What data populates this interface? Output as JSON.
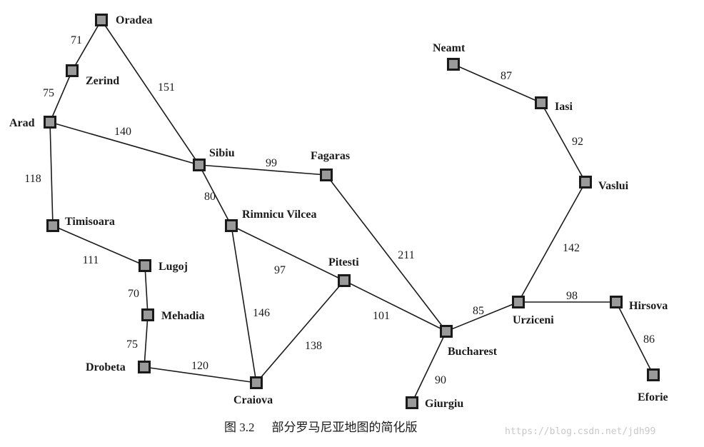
{
  "nodes": [
    {
      "id": "oradea",
      "name": "Oradea"
    },
    {
      "id": "zerind",
      "name": "Zerind"
    },
    {
      "id": "arad",
      "name": "Arad"
    },
    {
      "id": "timisoara",
      "name": "Timisoara"
    },
    {
      "id": "lugoj",
      "name": "Lugoj"
    },
    {
      "id": "mehadia",
      "name": "Mehadia"
    },
    {
      "id": "drobeta",
      "name": "Drobeta"
    },
    {
      "id": "sibiu",
      "name": "Sibiu"
    },
    {
      "id": "rimnicu",
      "name": "Rimnicu Vilcea"
    },
    {
      "id": "fagaras",
      "name": "Fagaras"
    },
    {
      "id": "pitesti",
      "name": "Pitesti"
    },
    {
      "id": "craiova",
      "name": "Craiova"
    },
    {
      "id": "bucharest",
      "name": "Bucharest"
    },
    {
      "id": "giurgiu",
      "name": "Giurgiu"
    },
    {
      "id": "urziceni",
      "name": "Urziceni"
    },
    {
      "id": "hirsova",
      "name": "Hirsova"
    },
    {
      "id": "eforie",
      "name": "Eforie"
    },
    {
      "id": "vaslui",
      "name": "Vaslui"
    },
    {
      "id": "iasi",
      "name": "Iasi"
    },
    {
      "id": "neamt",
      "name": "Neamt"
    }
  ],
  "edges": [
    {
      "from": "oradea",
      "to": "zerind",
      "distance": 71
    },
    {
      "from": "zerind",
      "to": "arad",
      "distance": 75
    },
    {
      "from": "oradea",
      "to": "sibiu",
      "distance": 151
    },
    {
      "from": "arad",
      "to": "sibiu",
      "distance": 140
    },
    {
      "from": "arad",
      "to": "timisoara",
      "distance": 118
    },
    {
      "from": "timisoara",
      "to": "lugoj",
      "distance": 111
    },
    {
      "from": "lugoj",
      "to": "mehadia",
      "distance": 70
    },
    {
      "from": "mehadia",
      "to": "drobeta",
      "distance": 75
    },
    {
      "from": "drobeta",
      "to": "craiova",
      "distance": 120
    },
    {
      "from": "sibiu",
      "to": "fagaras",
      "distance": 99
    },
    {
      "from": "sibiu",
      "to": "rimnicu",
      "distance": 80
    },
    {
      "from": "rimnicu",
      "to": "pitesti",
      "distance": 97
    },
    {
      "from": "rimnicu",
      "to": "craiova",
      "distance": 146
    },
    {
      "from": "craiova",
      "to": "pitesti",
      "distance": 138
    },
    {
      "from": "pitesti",
      "to": "bucharest",
      "distance": 101
    },
    {
      "from": "fagaras",
      "to": "bucharest",
      "distance": 211
    },
    {
      "from": "bucharest",
      "to": "giurgiu",
      "distance": 90
    },
    {
      "from": "bucharest",
      "to": "urziceni",
      "distance": 85
    },
    {
      "from": "urziceni",
      "to": "hirsova",
      "distance": 98
    },
    {
      "from": "hirsova",
      "to": "eforie",
      "distance": 86
    },
    {
      "from": "urziceni",
      "to": "vaslui",
      "distance": 142
    },
    {
      "from": "vaslui",
      "to": "iasi",
      "distance": 92
    },
    {
      "from": "iasi",
      "to": "neamt",
      "distance": 87
    }
  ],
  "caption": {
    "figure_number": "图 3.2",
    "text": "部分罗马尼亚地图的简化版"
  },
  "watermark": "https://blog.csdn.net/jdh99",
  "colors": {
    "node_fill": "#9a9a9a",
    "node_border": "#1a1a1a",
    "road": "#1a1a1a"
  }
}
